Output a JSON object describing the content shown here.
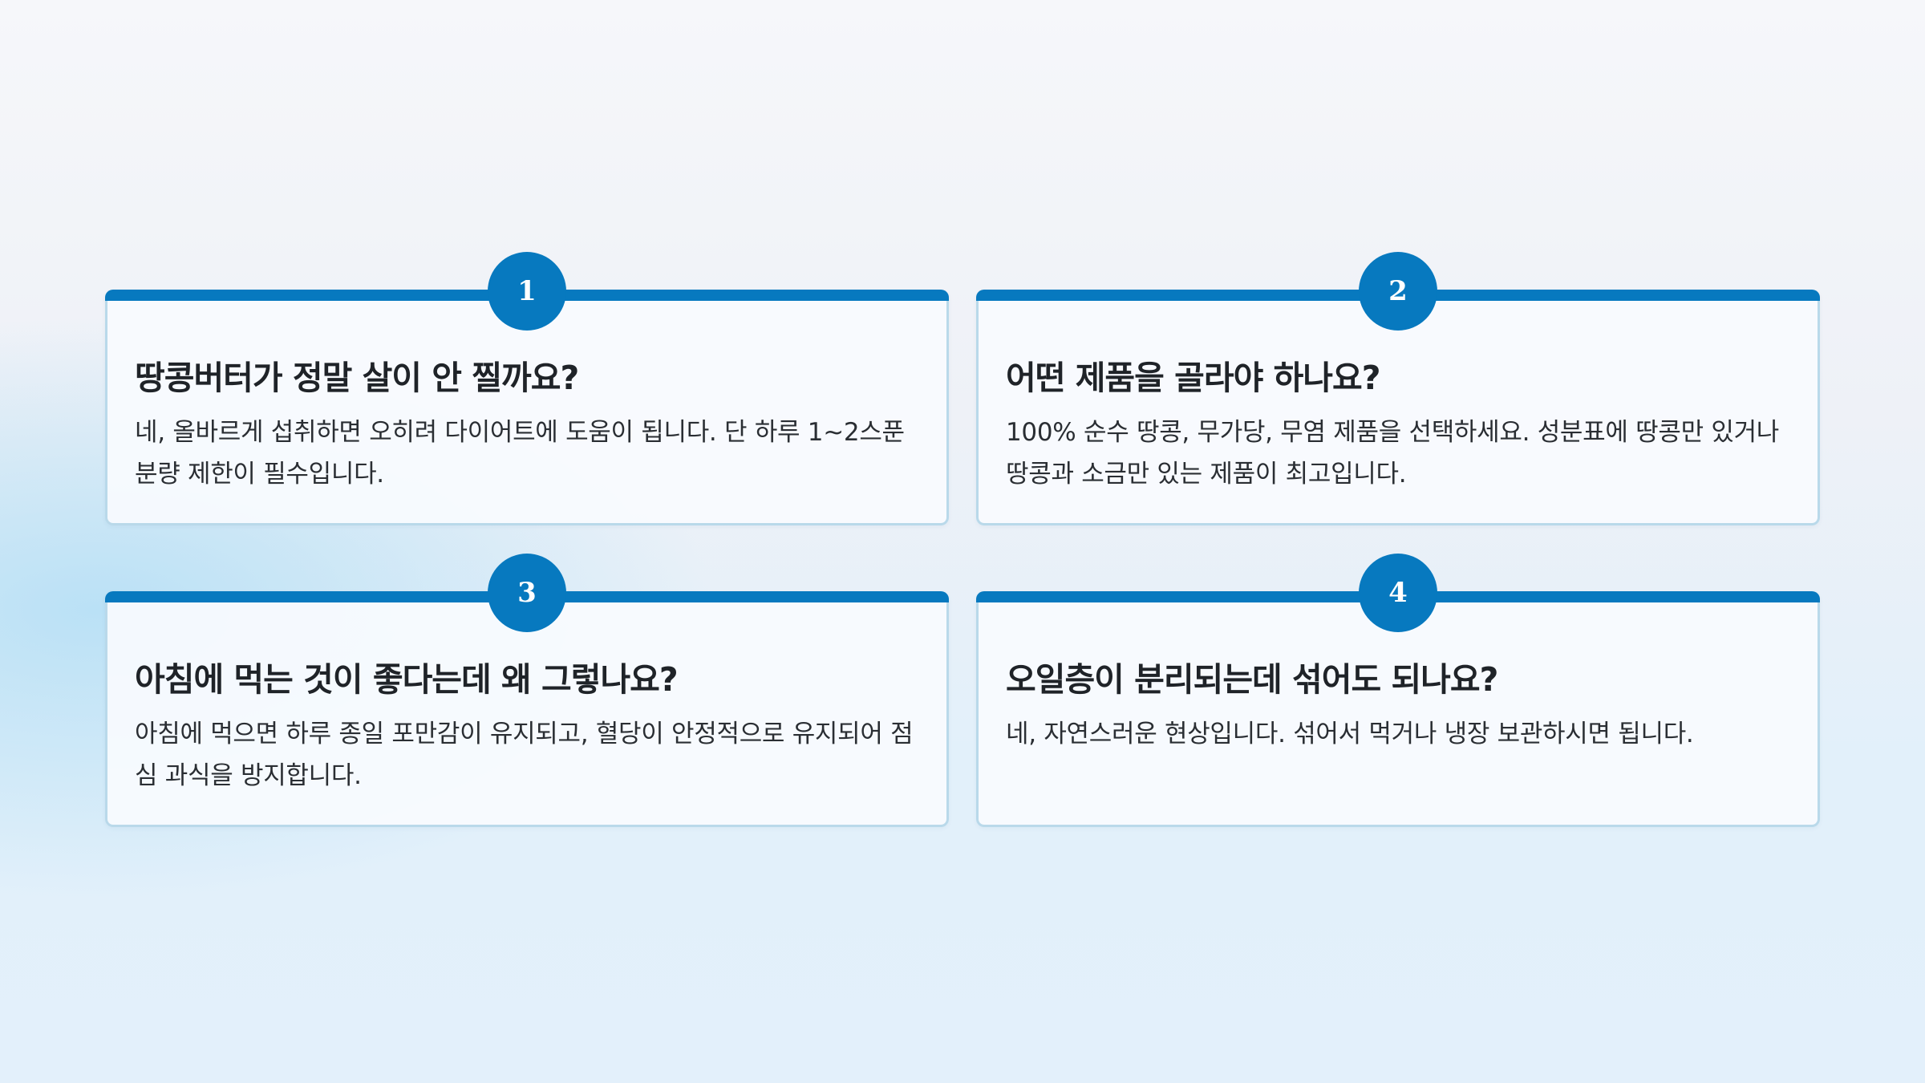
{
  "faq": {
    "items": [
      {
        "number": "1",
        "question": "땅콩버터가 정말 살이 안 찔까요?",
        "answer": "네, 올바르게 섭취하면 오히려 다이어트에 도움이 됩니다. 단 하루 1~2스푼 분량 제한이 필수입니다."
      },
      {
        "number": "2",
        "question": "어떤 제품을 골라야 하나요?",
        "answer": "100% 순수 땅콩, 무가당, 무염 제품을 선택하세요. 성분표에 땅콩만 있거나 땅콩과 소금만 있는 제품이 최고입니다."
      },
      {
        "number": "3",
        "question": "아침에 먹는 것이 좋다는데 왜 그렇나요?",
        "answer": "아침에 먹으면 하루 종일 포만감이 유지되고, 혈당이 안정적으로 유지되어 점심 과식을 방지합니다."
      },
      {
        "number": "4",
        "question": "오일층이 분리되는데 섞어도 되나요?",
        "answer": "네, 자연스러운 현상입니다. 섞어서 먹거나 냉장 보관하시면 됩니다."
      }
    ]
  },
  "colors": {
    "accent": "#0779bf",
    "card_border": "#b9d9ea",
    "title_text": "#1f2328"
  }
}
